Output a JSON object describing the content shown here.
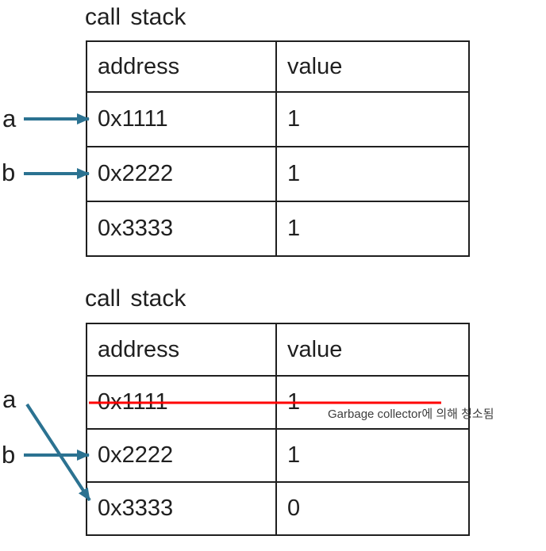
{
  "colors": {
    "arrow": "#2B7291",
    "strike_line": "#FF0000",
    "table_border": "#1f1f1f",
    "text": "#1f1f1f",
    "annotation_text": "#3d3d3d"
  },
  "top": {
    "title": "call stack",
    "table": {
      "headers": [
        "address",
        "value"
      ],
      "rows": [
        {
          "address": "0x1111",
          "value": "1"
        },
        {
          "address": "0x2222",
          "value": "1"
        },
        {
          "address": "0x3333",
          "value": "1"
        }
      ]
    },
    "pointers": [
      {
        "label": "a",
        "target": "0x1111"
      },
      {
        "label": "b",
        "target": "0x2222"
      }
    ]
  },
  "bottom": {
    "title": "call stack",
    "table": {
      "headers": [
        "address",
        "value"
      ],
      "rows": [
        {
          "address": "0x1111",
          "value": "1",
          "struck": true
        },
        {
          "address": "0x2222",
          "value": "1",
          "struck": false
        },
        {
          "address": "0x3333",
          "value": "0",
          "struck": false
        }
      ]
    },
    "pointers": [
      {
        "label": "a",
        "target": "0x3333"
      },
      {
        "label": "b",
        "target": "0x2222"
      }
    ],
    "annotation": "Garbage collector에 의해 청소됨"
  }
}
